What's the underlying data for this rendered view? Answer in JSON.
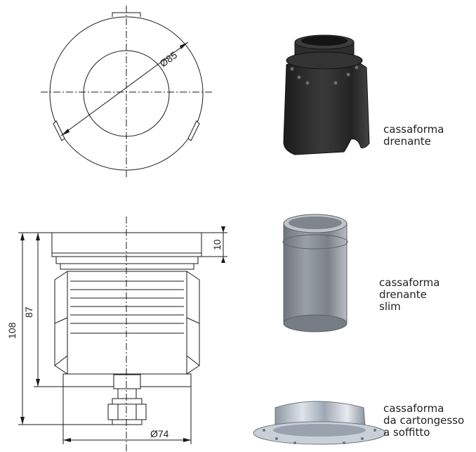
{
  "drawing": {
    "top_view": {
      "diameter_label": "Ø85"
    },
    "side_view": {
      "height_total": "108",
      "height_body": "87",
      "ring_height": "10",
      "diameter_label": "Ø74"
    }
  },
  "accessories": [
    {
      "caption": "cassaforma\ndrenante"
    },
    {
      "caption": "cassaforma\ndrenante\nslim"
    },
    {
      "caption": "cassaforma\nda cartongesso\na soffitto"
    }
  ],
  "colors": {
    "line": "#1a1a1a",
    "formwork_black": "#2a2a2a",
    "formwork_grey": "#8a8f96",
    "formwork_steel": "#aeb6c0"
  }
}
